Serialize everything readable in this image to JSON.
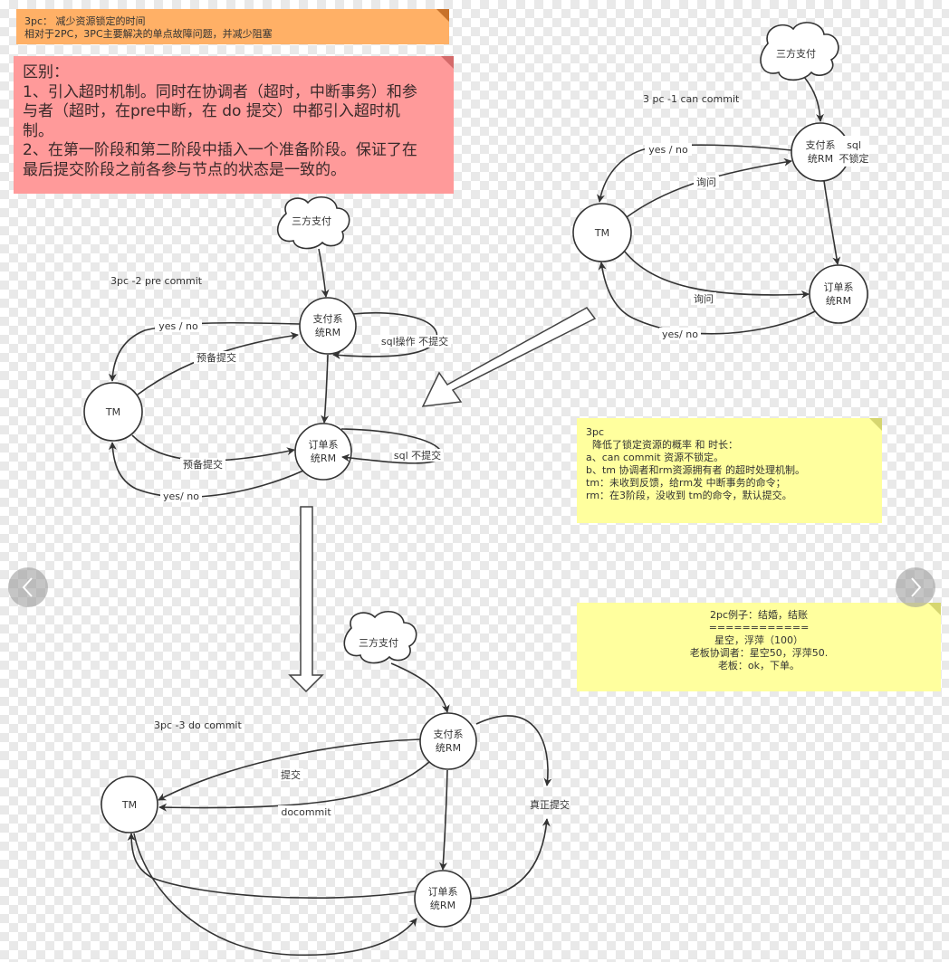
{
  "notes": {
    "orange": {
      "lines": [
        "3pc： 减少资源锁定的时间",
        "相对于2PC，3PC主要解决的单点故障问题，并减少阻塞"
      ]
    },
    "red": {
      "lines": [
        "区别：",
        "1、引入超时机制。同时在协调者（超时，中断事务）和参",
        "与者（超时，在pre中断，在 do 提交）中都引入超时机",
        "制。",
        "2、在第一阶段和第二阶段中插入一个准备阶段。保证了在",
        "最后提交阶段之前各参与节点的状态是一致的。"
      ]
    },
    "yellow1": {
      "lines": [
        "3pc",
        "  降低了锁定资源的概率 和 时长：",
        "a、can commit 资源不锁定。",
        "b、tm 协调者和rm资源拥有者 的超时处理机制。",
        "tm：未收到反馈，给rm发 中断事务的命令；",
        "rm：在3阶段，没收到 tm的命令，默认提交。"
      ]
    },
    "yellow2": {
      "lines": [
        "2pc例子：结婚，结账",
        "============",
        "星空，浮萍（100）",
        "老板协调者：星空50，浮萍50.",
        "老板：ok，下单。"
      ]
    }
  },
  "diagrams": {
    "can_commit": {
      "title": "3 pc -1 can commit",
      "cloud": "三方支付",
      "tm": "TM",
      "pay_l1": "支付系",
      "pay_l2": "统RM",
      "order_l1": "订单系",
      "order_l2": "统RM",
      "e_yesno_pay": "yes / no",
      "e_ask_pay": "询问",
      "e_ask_order": "询问",
      "e_yesno_order": "yes/ no",
      "pay_note_l1": "sql",
      "pay_note_l2": "不锁定"
    },
    "pre_commit": {
      "title": "3pc -2 pre commit",
      "cloud": "三方支付",
      "tm": "TM",
      "pay_l1": "支付系",
      "pay_l2": "统RM",
      "order_l1": "订单系",
      "order_l2": "统RM",
      "e_yesno_pay": "yes / no",
      "e_prep_pay": "预备提交",
      "e_prep_order": "预备提交",
      "e_yesno_order": "yes/ no",
      "self_pay": "sql操作 不提交",
      "self_order": "sql 不提交"
    },
    "do_commit": {
      "title": "3pc -3  do commit",
      "cloud": "三方支付",
      "tm": "TM",
      "pay_l1": "支付系",
      "pay_l2": "统RM",
      "order_l1": "订单系",
      "order_l2": "统RM",
      "e_commit": "提交",
      "e_docommit": "docommit",
      "target": "真正提交"
    }
  },
  "nav": {
    "prev_icon": "chevron-left-icon",
    "next_icon": "chevron-right-icon"
  }
}
